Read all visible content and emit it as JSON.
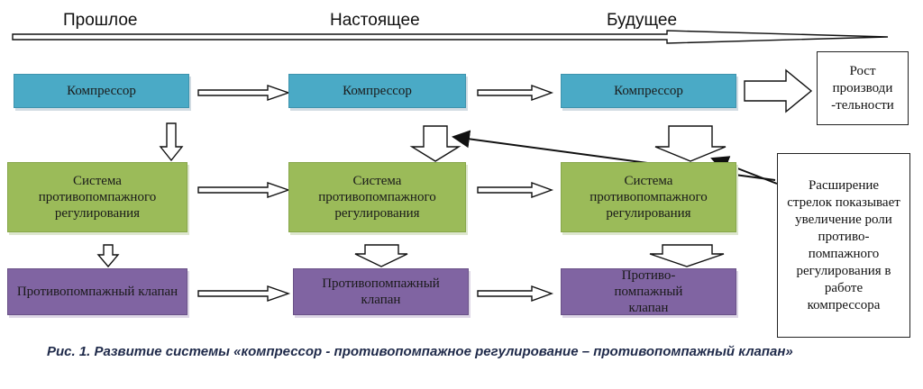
{
  "timeline": {
    "past": "Прошлое",
    "present": "Настоящее",
    "future": "Будущее"
  },
  "columns": [
    {
      "compressor": "Компрессор",
      "system": "Система противопомпажного регулирования",
      "valve": "Противопомпажный клапан"
    },
    {
      "compressor": "Компрессор",
      "system": "Система противопомпажного регулирования",
      "valve": "Противопомпажный клапан"
    },
    {
      "compressor": "Компрессор",
      "system": "Система противопомпажного регулирования",
      "valve": "Противо-помпажный клапан"
    }
  ],
  "growth_box": "Рост производи -тельности",
  "note_box": "Расширение стрелок показывает увеличение роли противо-помпажного регулирования в работе компрессора",
  "caption": "Рис. 1. Развитие системы «компрессор - противопомпажное регулирование – противопомпажный клапан»",
  "colors": {
    "compressor": "#4aaac6",
    "system": "#9bbb59",
    "valve": "#8064a2"
  }
}
